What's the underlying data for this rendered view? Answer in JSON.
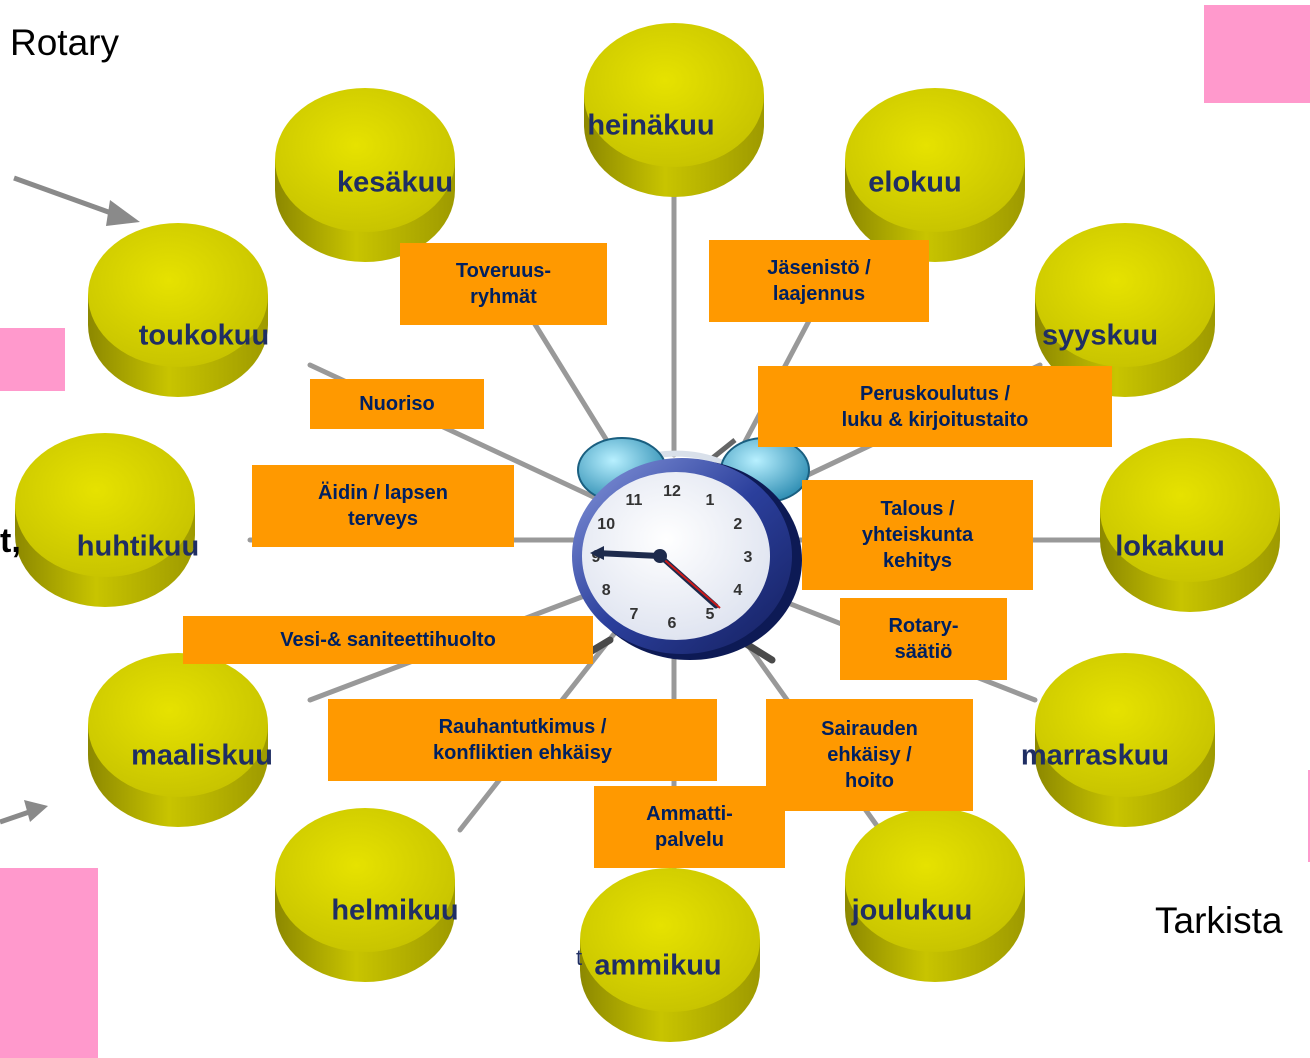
{
  "texts": {
    "rotary": "Rotary",
    "tarkista": "Tarkista",
    "edge_fragment": "t,",
    "stray_letter": "t"
  },
  "months": {
    "tammikuu": "ammikuu",
    "helmikuu": "helmikuu",
    "maaliskuu": "maaliskuu",
    "huhtikuu": "huhtikuu",
    "toukokuu": "toukokuu",
    "kesakuu": "kesäkuu",
    "heinakuu": "heinäkuu",
    "elokuu": "elokuu",
    "syyskuu": "syyskuu",
    "lokakuu": "lokakuu",
    "marraskuu": "marraskuu",
    "joulukuu": "joulukuu"
  },
  "themes": {
    "toveruus": "Toveruus-\nryhmät",
    "jasenisto": "Jäsenistö /\nlaajennus",
    "nuoriso": "Nuoriso",
    "peruskoulutus": "Peruskoulutus /\nluku & kirjoitustaito",
    "aidin": "Äidin / lapsen\nterveys",
    "talous": "Talous /\nyhteiskunta\nkehitys",
    "vesi": "Vesi-& saniteettihuolto",
    "saatio": "Rotary-\nsäätiö",
    "rauhan": "Rauhantutkimus /\nkonfliktien ehkäisy",
    "sairauden": "Sairauden\nehkäisy /\nhoito",
    "ammatti": "Ammatti-\npalvelu"
  },
  "clock": {
    "numerals": [
      "12",
      "1",
      "2",
      "3",
      "4",
      "5",
      "6",
      "7",
      "8",
      "9",
      "10",
      "11"
    ]
  },
  "colors": {
    "cylinder": "#d4d000",
    "cylinder_dark": "#a8a200",
    "theme_box": "#ff9900",
    "theme_text": "#002060",
    "month_text": "#1f2e63",
    "pink": "#ff99cc",
    "spoke": "#999999"
  }
}
